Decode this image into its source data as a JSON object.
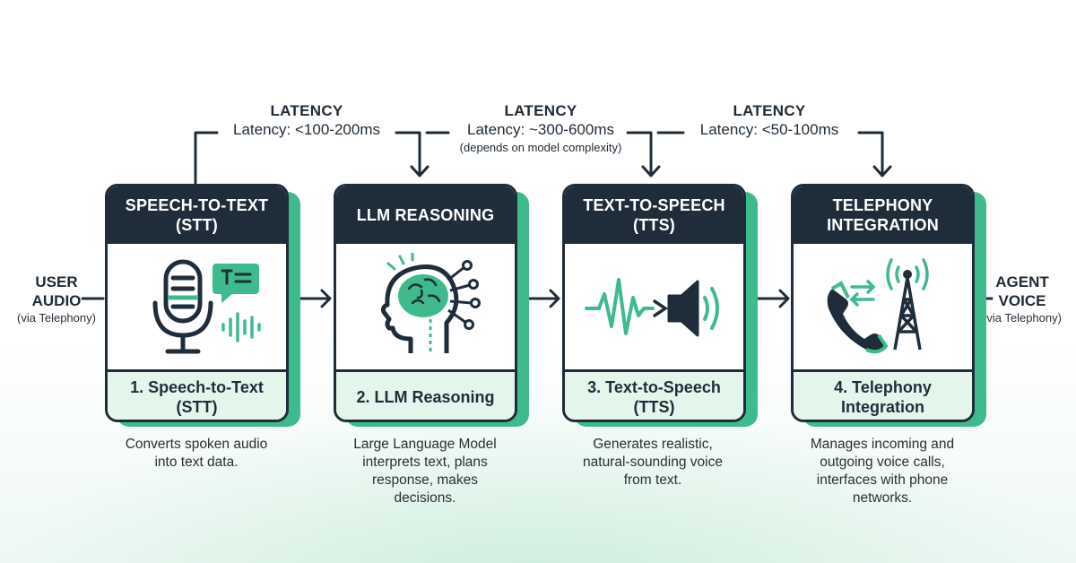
{
  "input": {
    "line1": "USER",
    "line2": "AUDIO",
    "sub": "(via Telephony)"
  },
  "output": {
    "line1": "AGENT",
    "line2": "VOICE",
    "sub": "(via Telephony)"
  },
  "latencies": [
    {
      "title": "LATENCY",
      "value": "Latency: <100-200ms",
      "note": ""
    },
    {
      "title": "LATENCY",
      "value": "Latency: ~300-600ms",
      "note": "(depends on model complexity)"
    },
    {
      "title": "LATENCY",
      "value": "Latency: <50-100ms",
      "note": ""
    }
  ],
  "stages": [
    {
      "header": [
        "SPEECH-TO-TEXT",
        "(STT)"
      ],
      "footer": [
        "1. Speech-to-Text",
        "(STT)"
      ],
      "icon": "microphone-chat-icon",
      "desc": [
        "Converts spoken audio",
        "into text data."
      ]
    },
    {
      "header": [
        "LLM REASONING",
        ""
      ],
      "footer": [
        "2. LLM Reasoning",
        ""
      ],
      "icon": "brain-head-icon",
      "desc": [
        "Large Language Model",
        "interprets text, plans",
        "response, makes",
        "decisions."
      ]
    },
    {
      "header": [
        "TEXT-TO-SPEECH",
        "(TTS)"
      ],
      "footer": [
        "3. Text-to-Speech",
        "(TTS)"
      ],
      "icon": "waveform-speaker-icon",
      "desc": [
        "Generates realistic,",
        "natural-sounding voice",
        "from text."
      ]
    },
    {
      "header": [
        "TELEPHONY",
        "INTEGRATION"
      ],
      "footer": [
        "4. Telephony",
        "Integration"
      ],
      "icon": "phone-tower-icon",
      "desc": [
        "Manages incoming and",
        "outgoing voice calls,",
        "interfaces with phone",
        "networks."
      ]
    }
  ],
  "colors": {
    "navy": "#1f2d3a",
    "green": "#3fba8c",
    "mint": "#e4f5ec"
  }
}
